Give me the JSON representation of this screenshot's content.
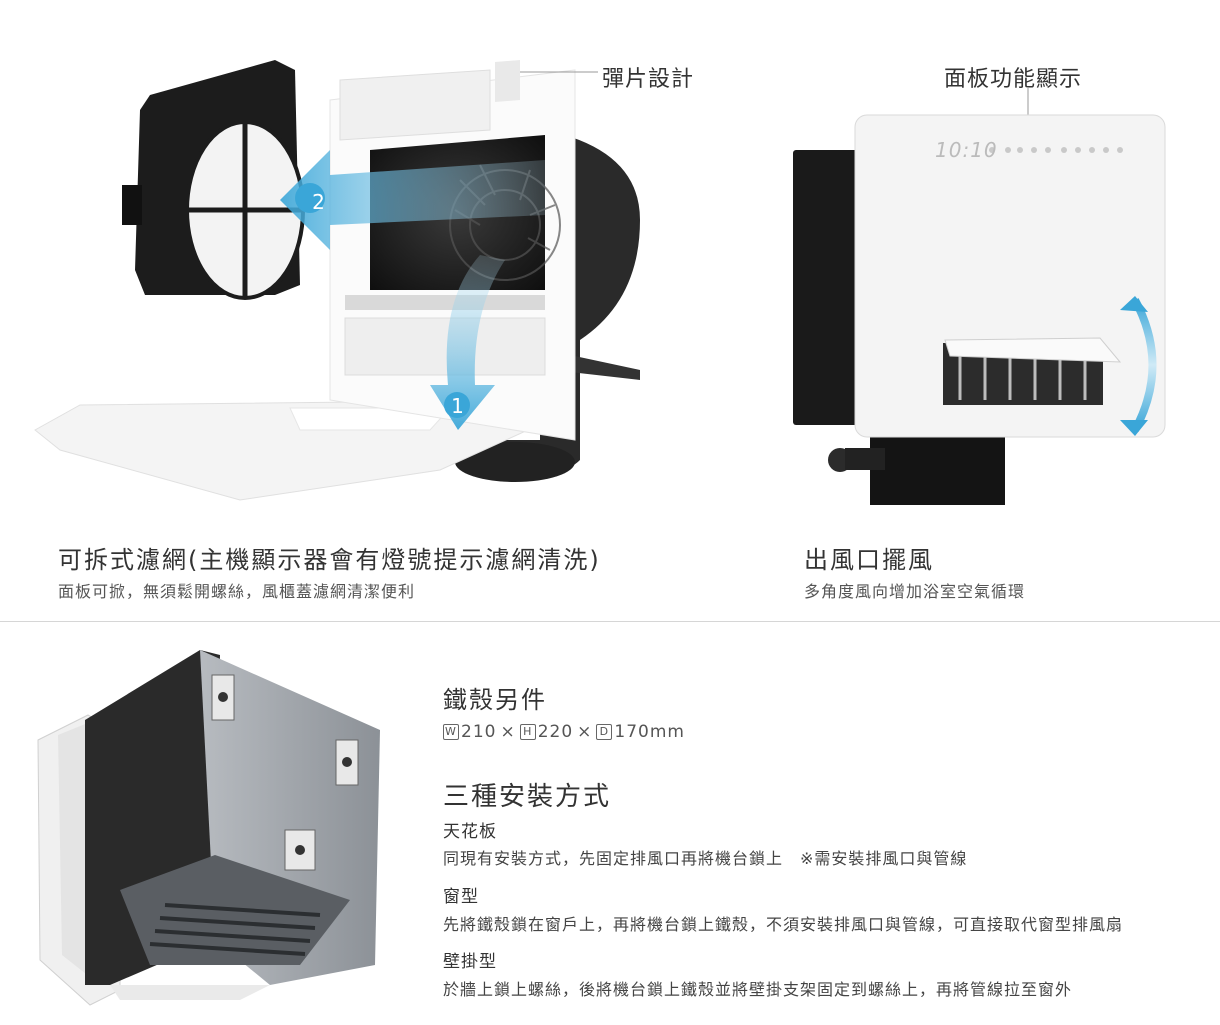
{
  "callouts": {
    "spring": "彈片設計",
    "panel_display": "面板功能顯示",
    "clock": "10:10",
    "arrow1": "1",
    "arrow2": "2"
  },
  "filter": {
    "title": "可拆式濾網(主機顯示器會有燈號提示濾網清洗)",
    "subtitle": "面板可掀，無須鬆開螺絲，風櫃蓋濾網清潔便利"
  },
  "outlet": {
    "title": "出風口擺風",
    "subtitle": "多角度風向增加浴室空氣循環"
  },
  "iron_case": {
    "title": "鐵殼另件",
    "w_label": "W",
    "w_value": "210",
    "h_label": "H",
    "h_value": "220",
    "d_label": "D",
    "d_value": "170mm",
    "times": "×"
  },
  "install": {
    "title": "三種安裝方式",
    "methods": [
      {
        "name": "天花板",
        "desc": "同現有安裝方式，先固定排風口再將機台鎖上　※需安裝排風口與管線"
      },
      {
        "name": "窗型",
        "desc": "先將鐵殼鎖在窗戶上，再將機台鎖上鐵殼，不須安裝排風口與管線，可直接取代窗型排風扇"
      },
      {
        "name": "壁掛型",
        "desc": "於牆上鎖上螺絲，後將機台鎖上鐵殼並將壁掛支架固定到螺絲上，再將管線拉至窗外"
      }
    ]
  },
  "colors": {
    "accent_arrow": "#3aa6d8",
    "dark_body": "#1e1e1e",
    "case_gray": "#9ea3a8"
  }
}
